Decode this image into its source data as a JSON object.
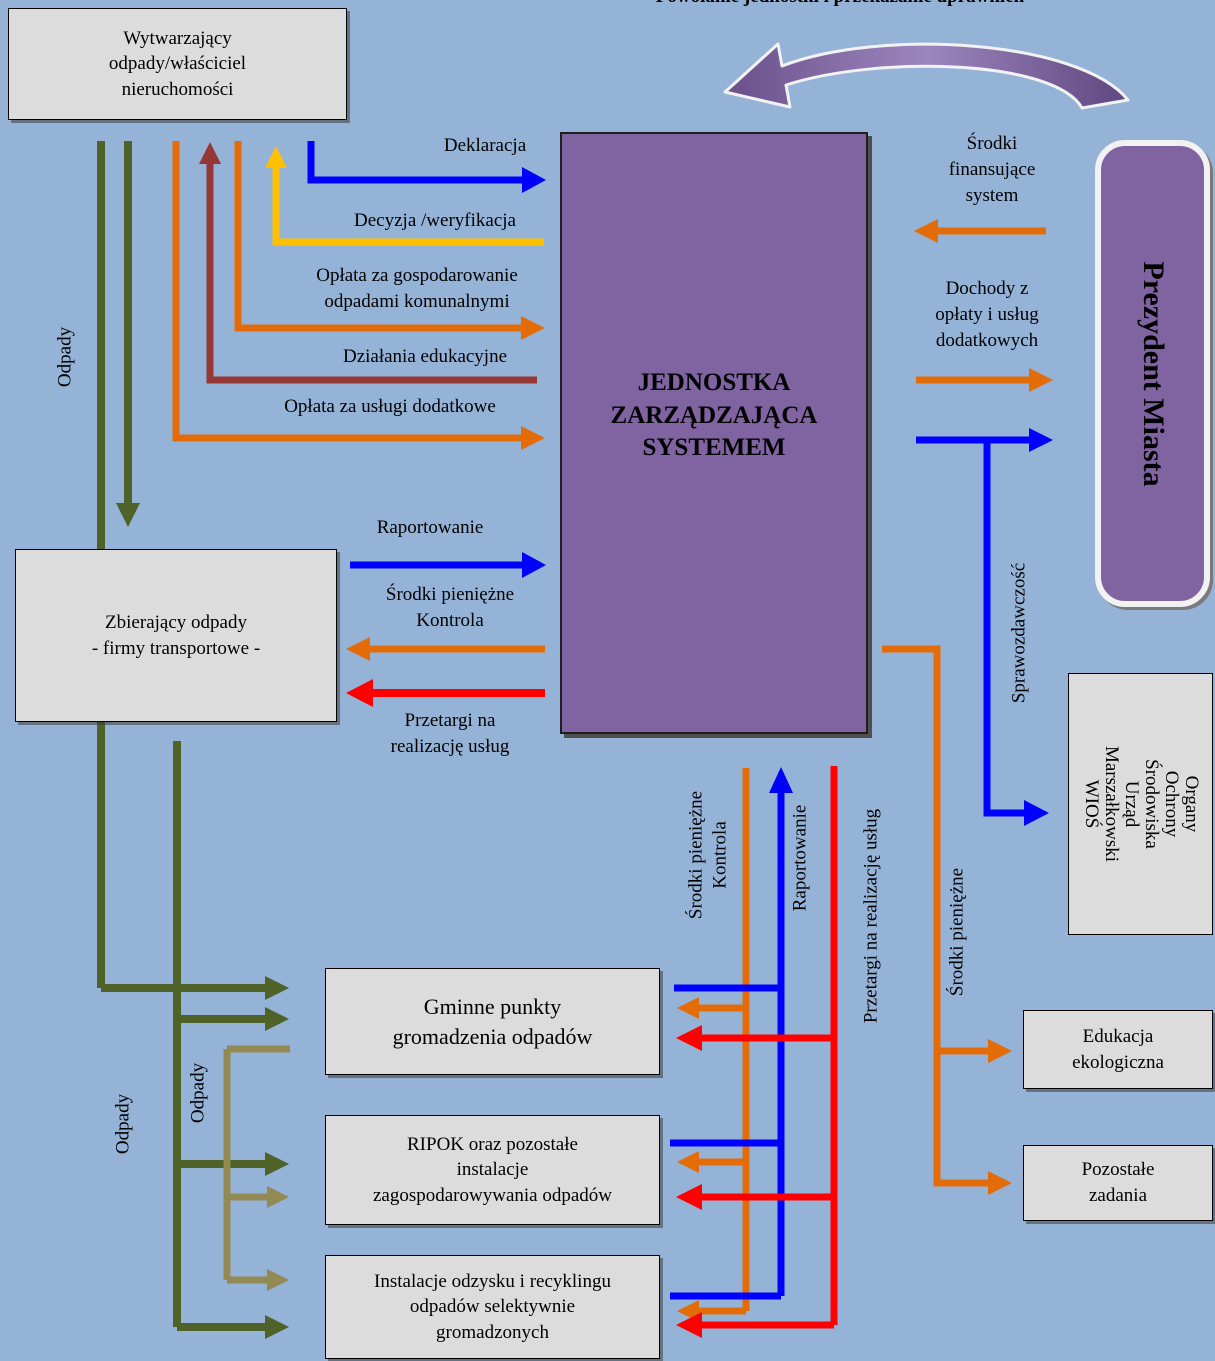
{
  "header": {
    "title": "Powołanie jednostki i przekazanie uprawnień"
  },
  "boxes": {
    "producer": "Wytwarzający\nodpady/właściciel\nnieruchomości",
    "collector": "Zbierający odpady\n- firmy transportowe -",
    "central": "JEDNOSTKA\nZARZĄDZAJĄCA\nSYSTEMEM",
    "president": "Prezydent Miasta",
    "wios": "Organy Ochrony\nŚrodowiska\nUrząd Marszałkowski\nWIOŚ",
    "gminne": "Gminne punkty\ngromadzenia odpadów",
    "ripok": "RIPOK oraz pozostałe\ninstalacje\nzagospodarowywania odpadów",
    "recykling": "Instalacje odzysku i recyklingu\nodpadów selektywnie\ngromadzonych",
    "edukacja": "Edukacja\nekologiczna",
    "pozostale": "Pozostałe\nzadania"
  },
  "labels": {
    "deklaracja": "Deklaracja",
    "decyzja": "Decyzja /weryfikacja",
    "oplata_gosp": "Opłata za gospodarowanie\nodpadami komunalnymi",
    "dzialania": "Działania edukacyjne",
    "oplata_uslugi": "Opłata za usługi dodatkowe",
    "raportowanie": "Raportowanie",
    "srodki_kontrola": "Środki pieniężne\nKontrola",
    "przetargi": "Przetargi na\nrealizację usług",
    "srodki_finansujace": "Środki\nfinansujące\nsystem",
    "dochody": "Dochody z\nopłaty i usług\ndodatkowych",
    "sprawozdawczosc": "Sprawozdawczość",
    "odpady_left": "Odpady",
    "odpady_bottom": "Odpady",
    "odpady_inner": "Odpady",
    "v_srodki_kontrola": "Środki pieniężne\nKontrola",
    "v_raportowanie": "Raportowanie",
    "v_przetargi": "Przetargi na realizację usług",
    "v_srodki": "Środki pieniężne"
  },
  "colors": {
    "background": "#95b3d7",
    "waste_green": "#4f6228",
    "waste_light": "#938953",
    "orange": "#e36c09",
    "blue": "#0000ff",
    "red": "#ff0000",
    "dark_red": "#953735",
    "yellow": "#ffc000",
    "purple": "#8064a2"
  }
}
